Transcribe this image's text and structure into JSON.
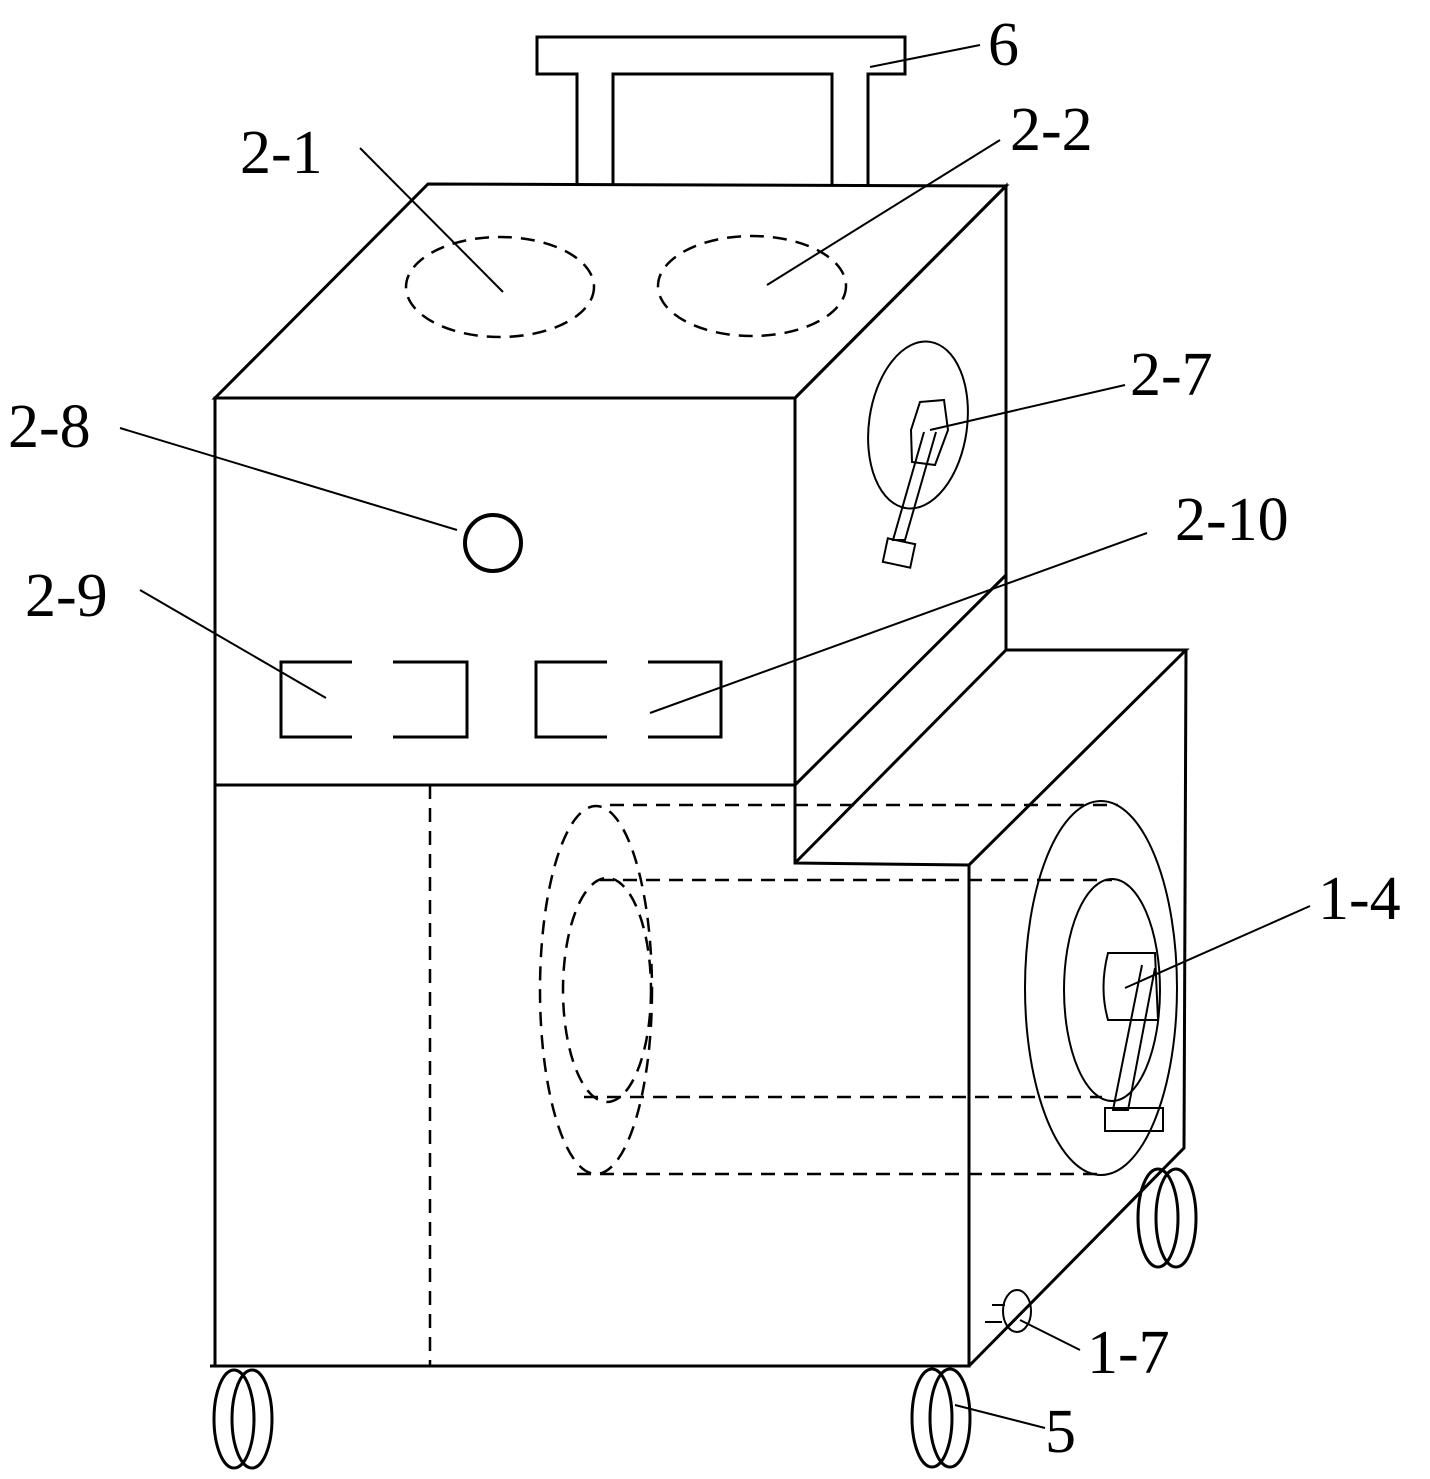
{
  "labels": {
    "handle": "6",
    "opening_left": "2-1",
    "opening_right": "2-2",
    "side_crank_upper": "2-7",
    "front_knob": "2-8",
    "left_window": "2-9",
    "right_window": "2-10",
    "side_crank_lower": "1-4",
    "drain_valve": "1-7",
    "wheel": "5"
  }
}
